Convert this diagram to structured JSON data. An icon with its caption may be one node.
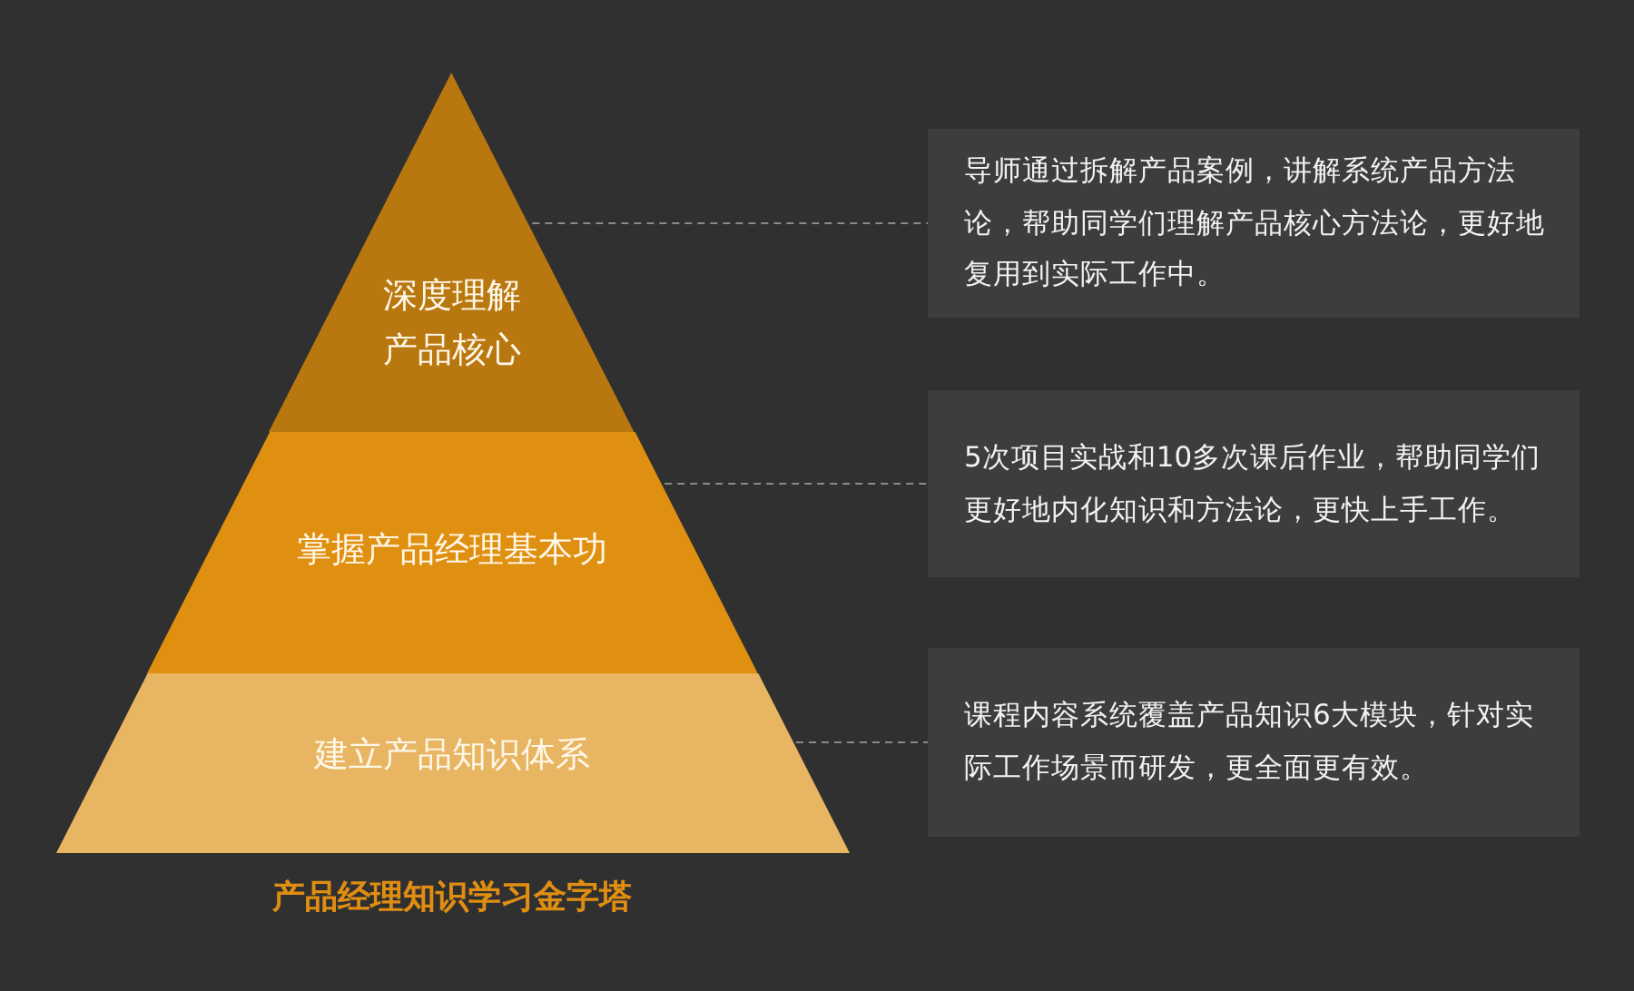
{
  "diagram": {
    "caption": "产品经理知识学习金字塔",
    "nodes": [
      {
        "text": [
          "深度理解产品核心"
        ]
      },
      {
        "text": [
          "掌握产品经理基本功"
        ]
      },
      {
        "text": [
          "建立产品知识体系"
        ]
      },
      {
        "text": [
          "导师通过拆解产品案例，讲解系统产品方法论，帮助同学们理解产品核心方法论，更好地复用到实际工作中。"
        ]
      },
      {
        "text": [
          "5次项目实战和10多次课后作业，帮助同学们更好地内化知识和方法论，更快上手工作。"
        ]
      },
      {
        "text": [
          "课程内容系统覆盖产品知识6大模块，针对实际工作场景而研发，更全面更有效。"
        ]
      }
    ],
    "edges": [
      {
        "from": 0,
        "to": 3,
        "arrow": "none",
        "style": "dashed"
      },
      {
        "from": 1,
        "to": 4,
        "arrow": "none",
        "style": "dashed"
      },
      {
        "from": 2,
        "to": 5,
        "arrow": "none",
        "style": "dashed"
      }
    ]
  }
}
